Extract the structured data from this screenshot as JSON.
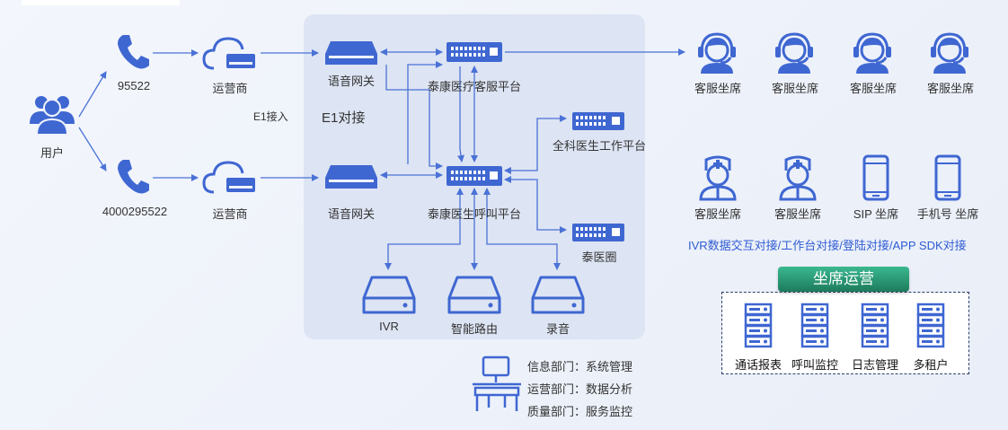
{
  "users": {
    "label": "用户"
  },
  "lines": [
    {
      "number": "95522",
      "carrier": "运营商",
      "gateway": "语音网关"
    },
    {
      "number": "4000295522",
      "carrier": "运营商",
      "gateway": "语音网关"
    }
  ],
  "e1": {
    "access": "E1接入",
    "interface": "E1对接"
  },
  "platforms": {
    "service_platform": "泰康医疗客服平台",
    "doctor_call_platform": "泰康医生呼叫平台",
    "gp_workbench": "全科医生工作平台",
    "taiyi_circle": "泰医圈"
  },
  "storage": [
    "IVR",
    "智能路由",
    "录音"
  ],
  "seats_top": [
    "客服坐席",
    "客服坐席",
    "客服坐席",
    "客服坐席"
  ],
  "seats_bottom": [
    "客服坐席",
    "客服坐席",
    "SIP 坐席",
    "手机号 坐席"
  ],
  "integration_note": "IVR数据交互对接/工作台对接/登陆对接/APP SDK对接",
  "seat_ops": {
    "title": "坐席运营",
    "items": [
      "通话报表",
      "呼叫监控",
      "日志管理",
      "多租户"
    ]
  },
  "departments": [
    {
      "dept": "信息部门",
      "role": "系统管理"
    },
    {
      "dept": "运营部门",
      "role": "数据分析"
    },
    {
      "dept": "质量部门",
      "role": "服务监控"
    }
  ],
  "departments_sep": "：",
  "colors": {
    "line": "#4a72d6",
    "icon": "#3f67d2",
    "panel": "#dde4f3",
    "badge": "#2a9b73",
    "note": "#2f5cd3"
  }
}
